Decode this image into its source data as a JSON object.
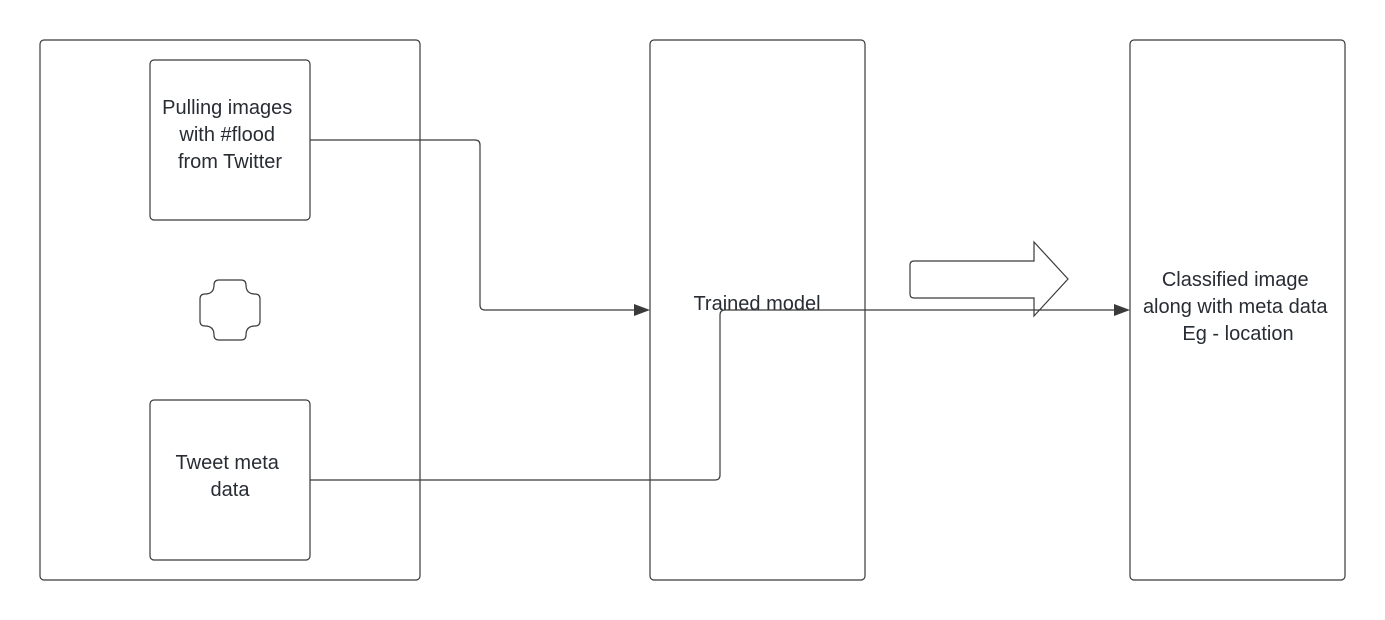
{
  "nodes": {
    "pull_images": {
      "lines": [
        "Pulling images",
        "with #flood",
        "from Twitter"
      ]
    },
    "meta_data": {
      "lines": [
        "Tweet meta",
        "data"
      ]
    },
    "trained_model": {
      "lines": [
        "Trained model"
      ]
    },
    "classified": {
      "lines": [
        "Classified image",
        "along with meta data",
        "Eg - location"
      ]
    }
  },
  "colors": {
    "stroke": "#3a3a3a",
    "text": "#282c33",
    "background": "#ffffff"
  }
}
